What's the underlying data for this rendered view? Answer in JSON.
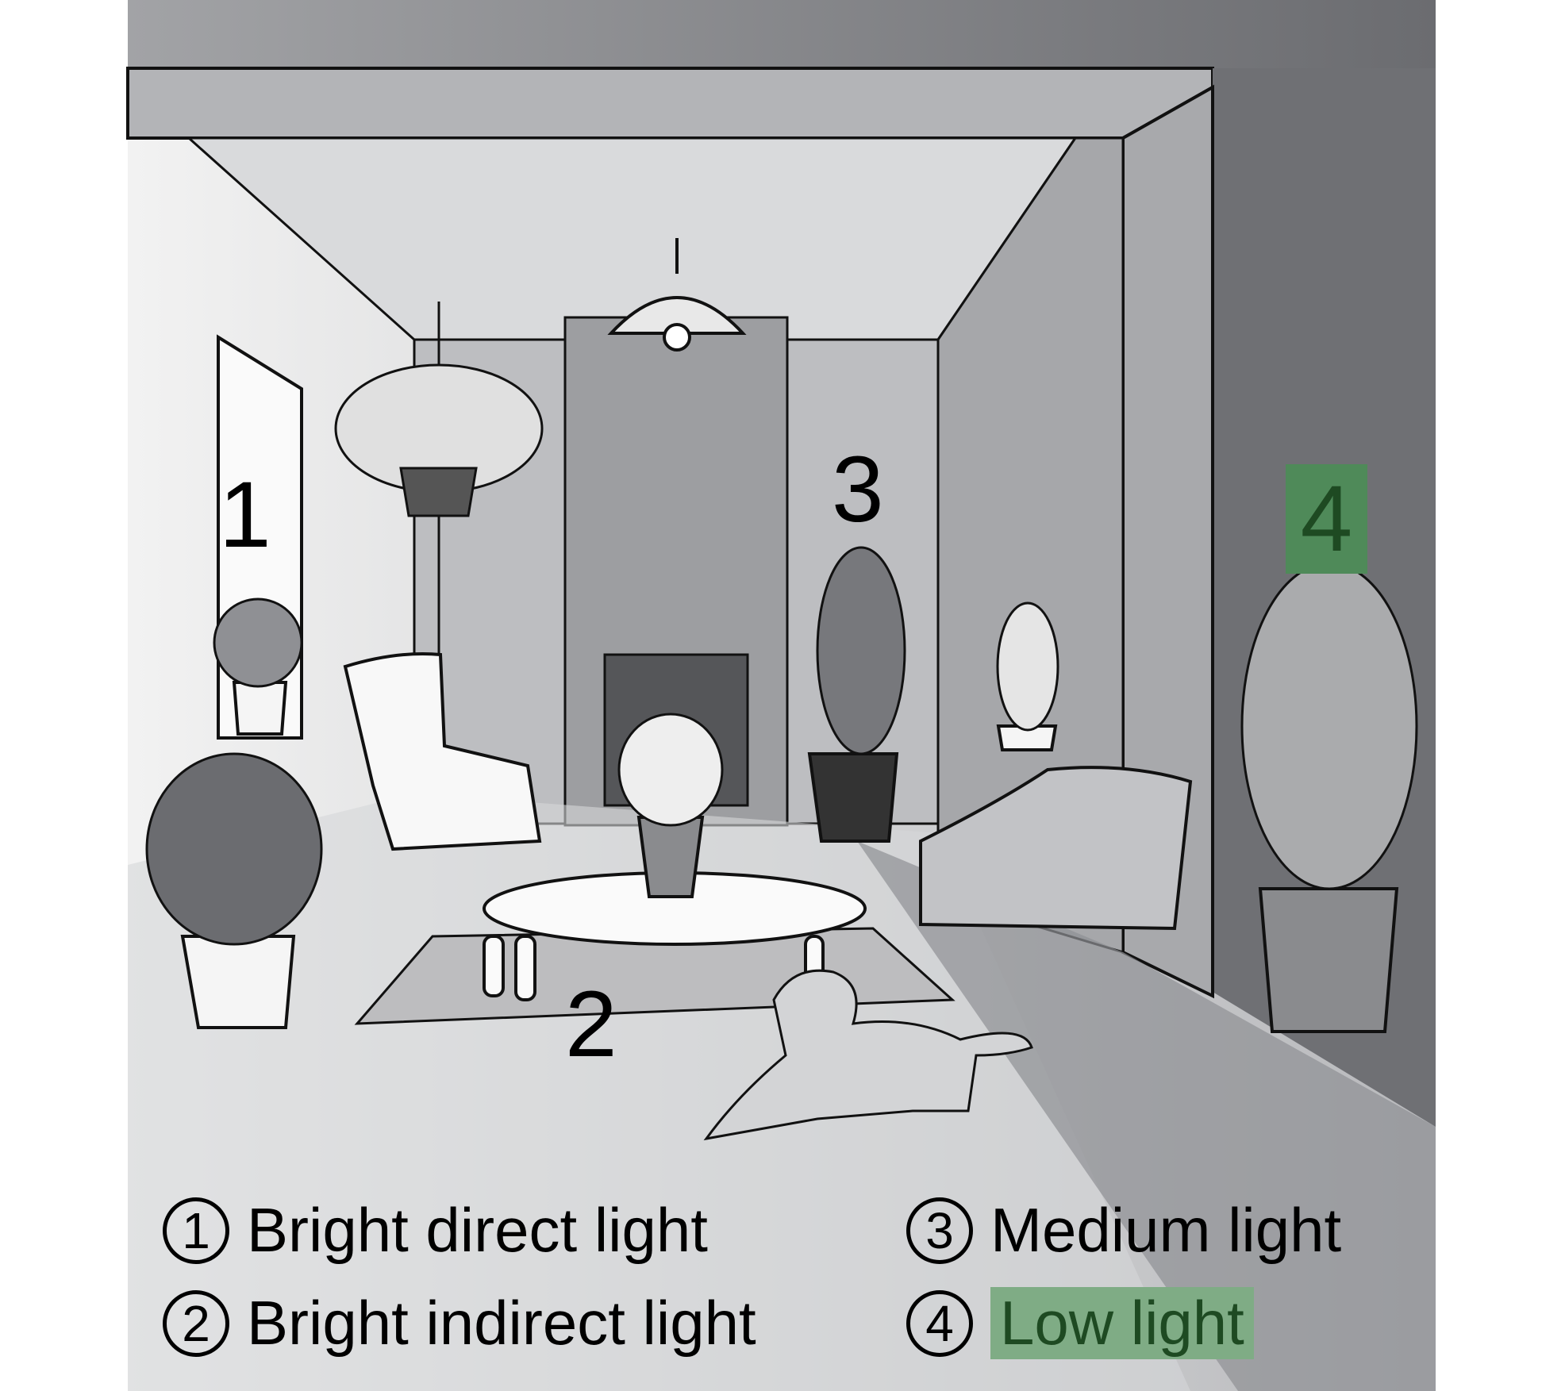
{
  "scene": {
    "zone_markers": [
      "1",
      "2",
      "3",
      "4"
    ]
  },
  "legend": [
    {
      "number": "1",
      "label": "Bright direct light"
    },
    {
      "number": "2",
      "label": "Bright indirect light"
    },
    {
      "number": "3",
      "label": "Medium light"
    },
    {
      "number": "4",
      "label": "Low light",
      "highlight_color": "#7fac85"
    }
  ],
  "colors": {
    "highlight": "#4f8a59",
    "highlight_text": "#1e4a22"
  }
}
